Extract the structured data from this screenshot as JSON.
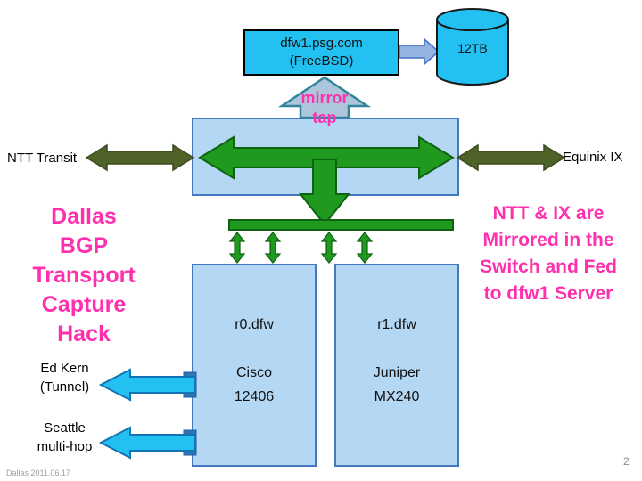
{
  "slide": {
    "footer": "Dallas 2011.06.17",
    "page_number": "2"
  },
  "title": {
    "text": "Dallas\nBGP\nTransport\nCapture\nHack"
  },
  "annotation": {
    "text": "NTT & IX are\nMirrored in the\nSwitch and Fed\nto dfw1 Server"
  },
  "server": {
    "label": "dfw1.psg.com\n(FreeBSD)"
  },
  "storage": {
    "label": "12TB"
  },
  "mirror_tap": {
    "label": "mirror\ntap"
  },
  "transit": {
    "left": "NTT Transit",
    "right": "Equinix IX"
  },
  "tunnels": {
    "ed_kern": "Ed Kern\n(Tunnel)",
    "seattle": "Seattle\nmulti-hop"
  },
  "routers": [
    {
      "name": "r0.dfw",
      "vendor": "Cisco",
      "model": "12406"
    },
    {
      "name": "r1.dfw",
      "vendor": "Juniper",
      "model": "MX240"
    }
  ],
  "colors": {
    "cyan": "#22C1F2",
    "node_fill": "#B4D7F4",
    "node_border": "#4577BE",
    "olive_arrow": "#4F6228",
    "green_arrow": "#1F9A1E",
    "magenta_text": "#FF2FAE",
    "tap_arrow_fill": "#ADC6DB",
    "tap_arrow_border": "#31849B",
    "tunnel_cap_blue": "#2E75B6"
  }
}
